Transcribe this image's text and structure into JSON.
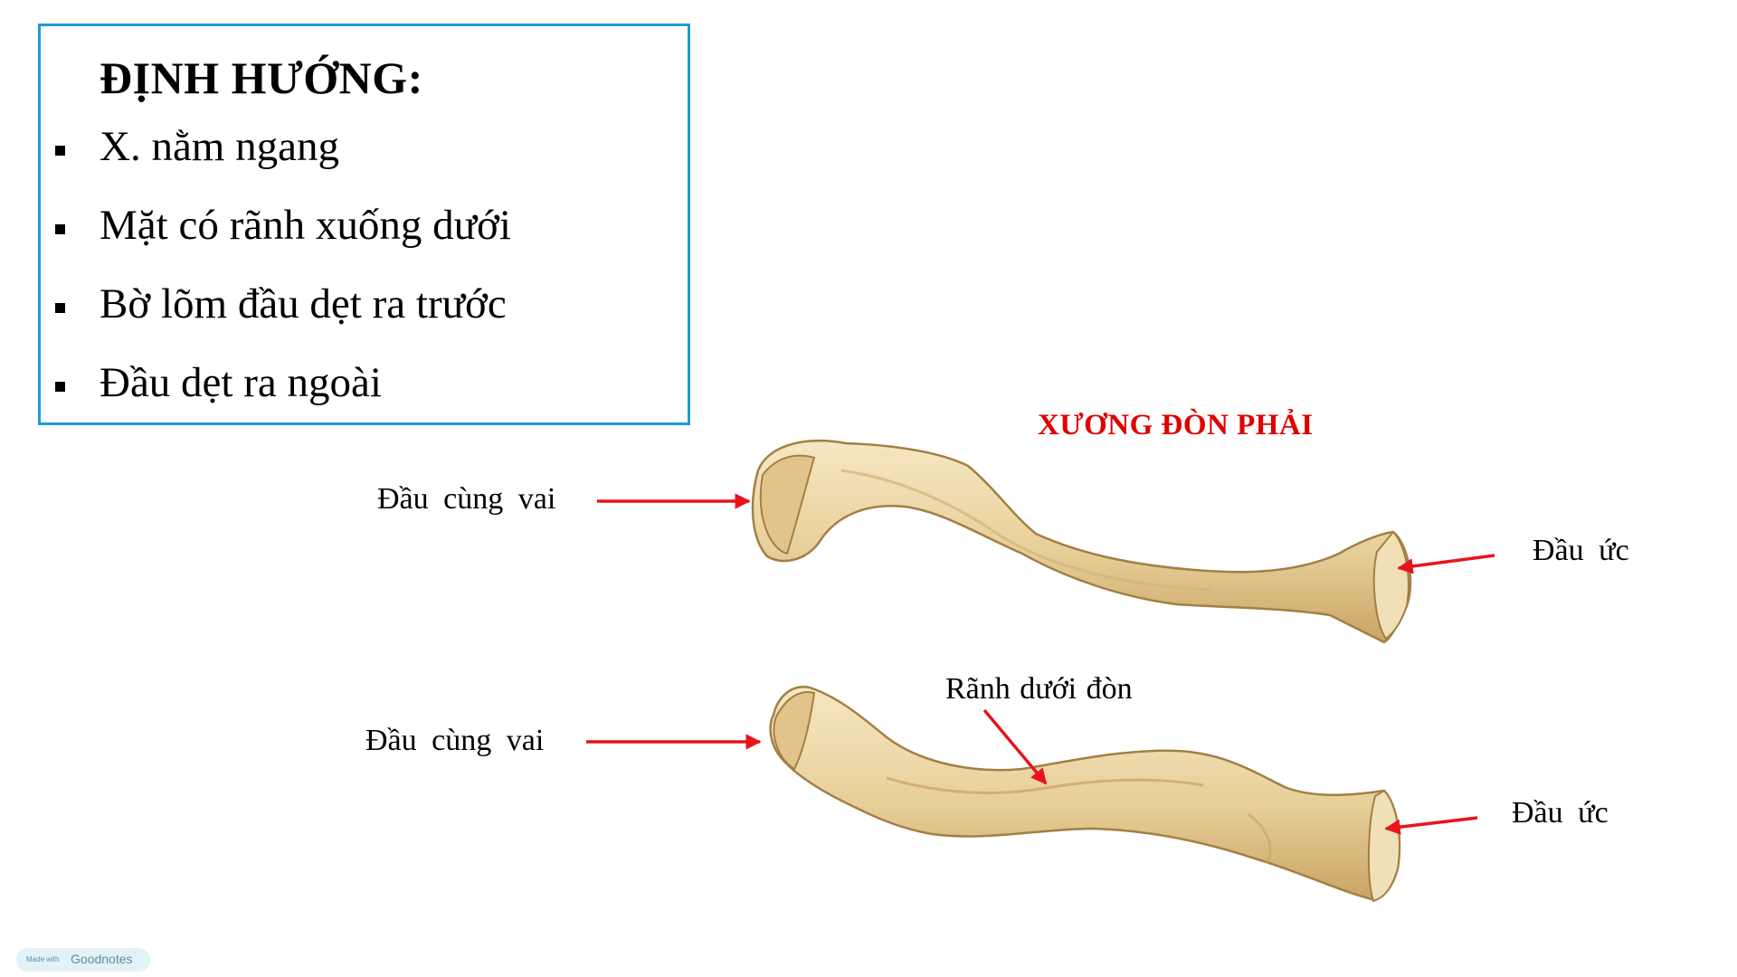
{
  "orientation": {
    "title": "ĐỊNH HƯỚNG:",
    "items": [
      "X. nằm ngang",
      "Mặt có rãnh xuống dưới",
      "Bờ lõm đầu dẹt ra trước",
      "Đầu dẹt ra ngoài"
    ]
  },
  "figure": {
    "title": "XƯƠNG ĐÒN PHẢI",
    "top_view": {
      "acromial_end_label": "Đầu cùng vai",
      "sternal_end_label": "Đầu ức"
    },
    "bottom_view": {
      "acromial_end_label": "Đầu cùng vai",
      "sternal_end_label": "Đầu ức",
      "groove_label": "Rãnh dưới đòn"
    }
  },
  "footer": {
    "badge_small": "Made with",
    "badge_brand": "Goodnotes"
  },
  "colors": {
    "box_border": "#1f9bd7",
    "title_red": "#e00000",
    "arrow_red": "#e8141b",
    "bone": "#e9d3a0"
  }
}
